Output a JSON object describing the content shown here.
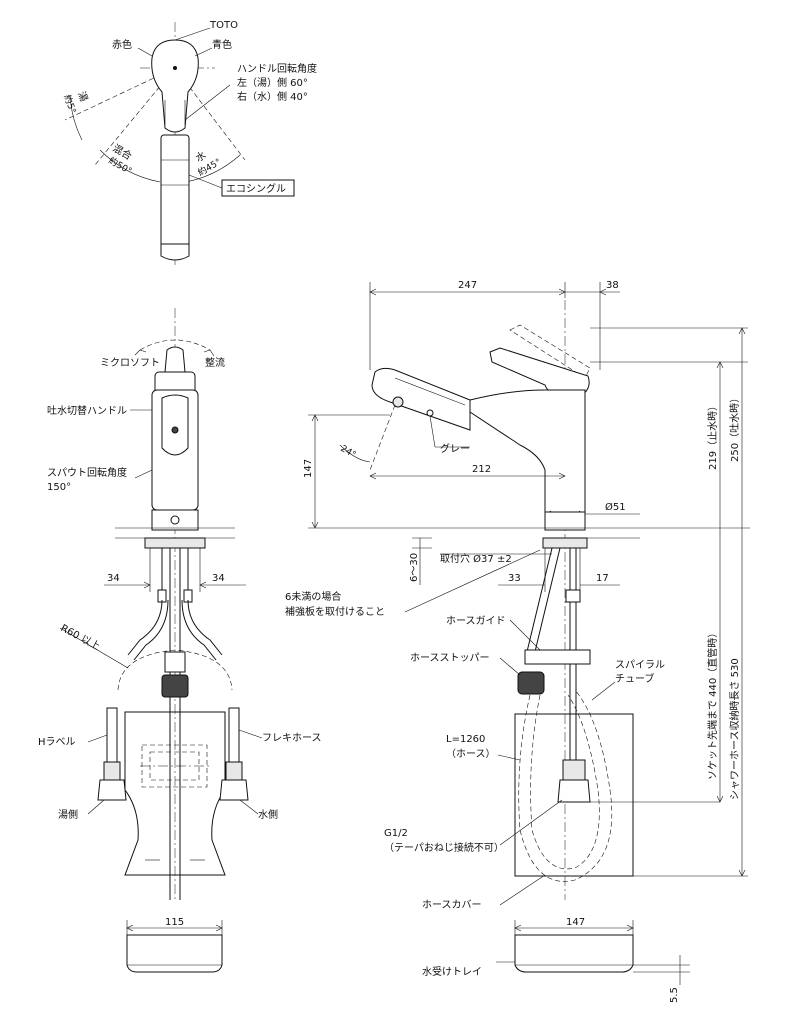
{
  "top_view": {
    "brand": "TOTO",
    "red": "赤色",
    "blue": "青色",
    "rotation_title": "ハンドル回転角度",
    "rotation_left": "左（湯）側 60°",
    "rotation_right": "右（水）側 40°",
    "hot": "湯",
    "hot_angle": "約5°",
    "mix": "混合",
    "mix_angle": "約50°",
    "cold": "水",
    "cold_angle": "約45°",
    "eco": "エコシングル"
  },
  "front_view": {
    "micro_soft": "ミクロソフト",
    "seiryu": "整流",
    "switch_handle": "吐水切替ハンドル",
    "spout_rotation": "スパウト回転角度",
    "spout_angle": "150°",
    "dim_left": "34",
    "dim_right": "34",
    "r60": "R60 以上",
    "h_label": "Hラベル",
    "flexi_hose": "フレキホース",
    "hot_side": "湯側",
    "cold_side": "水側",
    "width_115": "115"
  },
  "side_view": {
    "dim_247": "247",
    "dim_38": "38",
    "dim_147": "147",
    "angle_24": "24°",
    "gray": "グレー",
    "dim_212": "212",
    "dia_51": "Ø51",
    "dim_219": "219（止水時）",
    "dim_250": "250（吐水時）",
    "mount_hole": "取付穴 Ø37 ±2",
    "dim_6_30": "6～30",
    "dim_33": "33",
    "dim_17": "17",
    "reinforce_1": "6未満の場合",
    "reinforce_2": "補強板を取付けること",
    "hose_guide": "ホースガイド",
    "hose_stopper": "ホースストッパー",
    "spiral_1": "スパイラル",
    "spiral_2": "チューブ",
    "socket": "ソケット先端まで 440（直管時）",
    "shower_hose": "シャワーホース収納時長さ 530",
    "hose_len_1": "L=1260",
    "hose_len_2": "（ホース）",
    "g12": "G1/2",
    "g12_note": "（テーパおねじ接続不可）",
    "hose_cover": "ホースカバー",
    "width_147": "147",
    "tray": "水受けトレイ",
    "dim_5_5": "5.5"
  }
}
